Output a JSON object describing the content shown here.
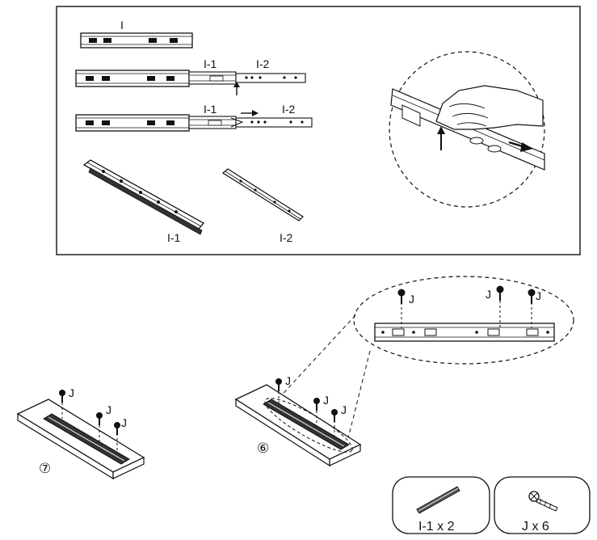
{
  "title": "",
  "panel_top": {
    "rail_label": "I",
    "inner_label_a": "I-1",
    "outer_label_a": "I-2",
    "inner_label_b": "I-1",
    "outer_label_b": "I-2",
    "iso_inner_label": "I-1",
    "iso_outer_label": "I-2"
  },
  "steps": [
    {
      "number": "⑦",
      "screws": [
        "J",
        "J",
        "J"
      ]
    },
    {
      "number": "⑥",
      "screws": [
        "J",
        "J",
        "J"
      ]
    }
  ],
  "zoom_screws": [
    "J",
    "J",
    "J"
  ],
  "parts": [
    {
      "name": "rail",
      "label": "I-1 x 2"
    },
    {
      "name": "screw",
      "label": "J x 6"
    }
  ],
  "colors": {
    "ink": "#111111",
    "paper": "#ffffff",
    "shade": "#555555"
  }
}
